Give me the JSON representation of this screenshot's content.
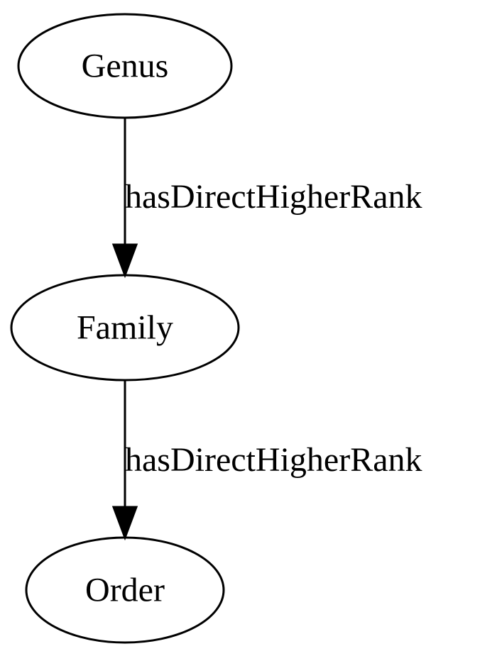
{
  "nodes": {
    "genus": {
      "label": "Genus"
    },
    "family": {
      "label": "Family"
    },
    "order": {
      "label": "Order"
    }
  },
  "edges": [
    {
      "from": "Genus",
      "to": "Family",
      "label": "hasDirectHigherRank"
    },
    {
      "from": "Family",
      "to": "Order",
      "label": "hasDirectHigherRank"
    }
  ],
  "colors": {
    "stroke": "#000000",
    "background": "#ffffff"
  }
}
